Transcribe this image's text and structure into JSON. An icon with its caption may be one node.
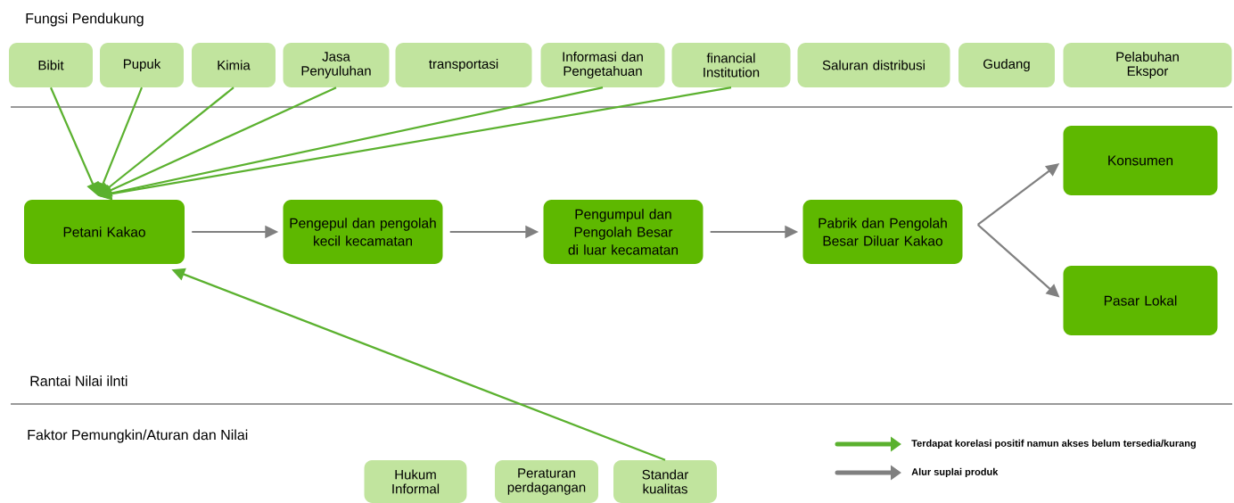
{
  "diagram": {
    "nodes": [
      {
        "text": [
          "Bibit"
        ]
      },
      {
        "text": [
          "Pupuk"
        ]
      },
      {
        "text": [
          "Kimia"
        ]
      },
      {
        "text": [
          "Jasa Penyuluhan"
        ]
      },
      {
        "text": [
          "transportasi"
        ]
      },
      {
        "text": [
          "Informasi dan Pengetahuan"
        ]
      },
      {
        "text": [
          "financial Institution"
        ]
      },
      {
        "text": [
          "Saluran distribusi"
        ]
      },
      {
        "text": [
          "Gudang"
        ]
      },
      {
        "text": [
          "Pelabuhan Ekspor"
        ]
      },
      {
        "text": [
          "Petani Kakao"
        ]
      },
      {
        "text": [
          "Pengepul dan pengolah kecil kecamatan"
        ]
      },
      {
        "text": [
          "Pengumpul dan Pengolah Besar di luar kecamatan"
        ]
      },
      {
        "text": [
          "Pabrik dan Pengolah Besar Diluar Kakao"
        ]
      },
      {
        "text": [
          "Konsumen"
        ]
      },
      {
        "text": [
          "Pasar Lokal"
        ]
      },
      {
        "text": [
          "Hukum Informal"
        ]
      },
      {
        "text": [
          "Peraturan perdagangan"
        ]
      },
      {
        "text": [
          "Standar kualitas"
        ]
      }
    ],
    "edges": [
      {
        "from": 0,
        "to": 10,
        "arrow": "to"
      },
      {
        "from": 1,
        "to": 10,
        "arrow": "to"
      },
      {
        "from": 2,
        "to": 10,
        "arrow": "to"
      },
      {
        "from": 3,
        "to": 10,
        "arrow": "to"
      },
      {
        "from": 5,
        "to": 10,
        "arrow": "to"
      },
      {
        "from": 6,
        "to": 10,
        "arrow": "to"
      },
      {
        "from": 18,
        "to": 10,
        "arrow": "to"
      },
      {
        "from": 10,
        "to": 11,
        "arrow": "to",
        "color": "#808080"
      },
      {
        "from": 11,
        "to": 12,
        "arrow": "to",
        "color": "#808080"
      },
      {
        "from": 12,
        "to": 13,
        "arrow": "to",
        "color": "#808080"
      },
      {
        "from": 13,
        "to": 14,
        "arrow": "to",
        "color": "#808080"
      },
      {
        "from": 13,
        "to": 15,
        "arrow": "to",
        "color": "#808080"
      }
    ],
    "labels": [
      "Fungsi Pendukung",
      "Rantai Nilai ilnti",
      "Faktor Pemungkin/Aturan dan Nilai"
    ],
    "legend": [
      {
        "text": "Terdapat korelasi positif namun akses belum tersedia/kurang"
      },
      {
        "text": "Alur suplai produk"
      }
    ]
  }
}
